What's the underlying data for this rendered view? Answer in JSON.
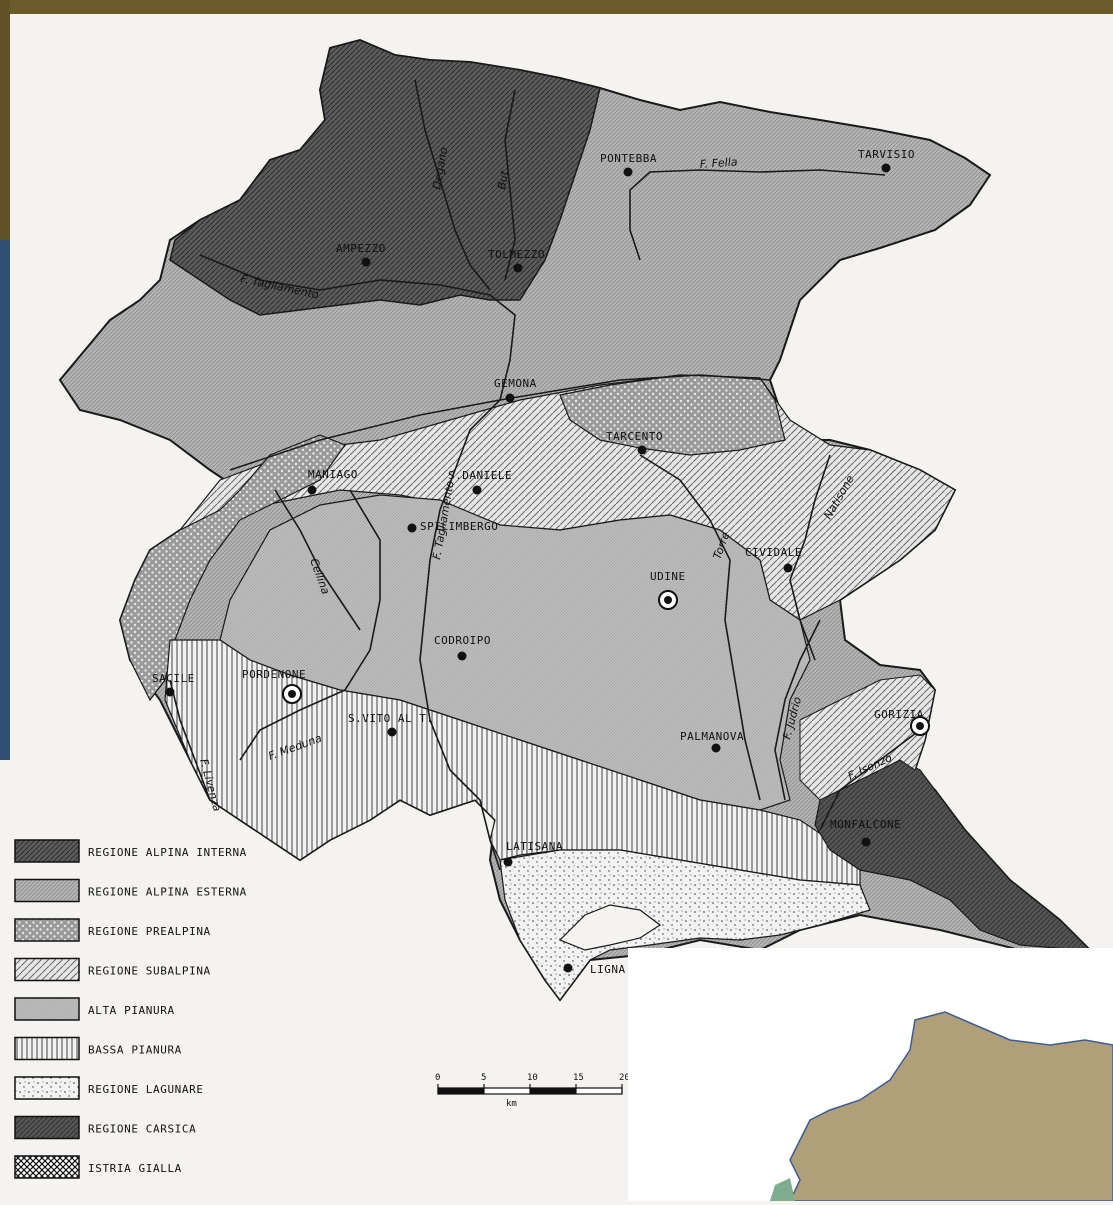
{
  "map": {
    "places": [
      {
        "id": "ampezzo",
        "label": "AMPEZZO",
        "capital": false
      },
      {
        "id": "tolmezzo",
        "label": "TOLMEZZO",
        "capital": false
      },
      {
        "id": "pontebba",
        "label": "PONTEBBA",
        "capital": false
      },
      {
        "id": "tarvisio",
        "label": "TARVISIO",
        "capital": false
      },
      {
        "id": "gemona",
        "label": "GEMONA",
        "capital": false
      },
      {
        "id": "tarcento",
        "label": "TARCENTO",
        "capital": false
      },
      {
        "id": "maniago",
        "label": "MANIAGO",
        "capital": false
      },
      {
        "id": "sdaniele",
        "label": "S.DANIELE",
        "capital": false
      },
      {
        "id": "spilimbergo",
        "label": "SPILIMBERGO",
        "capital": false
      },
      {
        "id": "cividale",
        "label": "CIVIDALE",
        "capital": false
      },
      {
        "id": "udine",
        "label": "UDINE",
        "capital": true
      },
      {
        "id": "codroipo",
        "label": "CODROIPO",
        "capital": false
      },
      {
        "id": "pordenone",
        "label": "PORDENONE",
        "capital": true
      },
      {
        "id": "sacile",
        "label": "SACILE",
        "capital": false
      },
      {
        "id": "svito",
        "label": "S.VITO AL T.",
        "capital": false
      },
      {
        "id": "palmanova",
        "label": "PALMANOVA",
        "capital": false
      },
      {
        "id": "gorizia",
        "label": "GORIZIA",
        "capital": true
      },
      {
        "id": "monfalcone",
        "label": "MONFALCONE",
        "capital": false
      },
      {
        "id": "latisana",
        "label": "LATISANA",
        "capital": false
      },
      {
        "id": "lignano",
        "label": "LIGNA",
        "capital": false
      }
    ],
    "rivers": [
      {
        "id": "tagliamento-upper",
        "label": "F. Tagliamento"
      },
      {
        "id": "tagliamento-lower",
        "label": "F. Tagliamento"
      },
      {
        "id": "fella",
        "label": "F. Fella"
      },
      {
        "id": "degano",
        "label": "Degano"
      },
      {
        "id": "but",
        "label": "But"
      },
      {
        "id": "torre",
        "label": "Torre"
      },
      {
        "id": "natisone",
        "label": "Natisone"
      },
      {
        "id": "cellina",
        "label": "Cellina"
      },
      {
        "id": "meduna",
        "label": "F. Meduna"
      },
      {
        "id": "livenza",
        "label": "F. Livenza"
      },
      {
        "id": "judrio",
        "label": "F. Judrio"
      },
      {
        "id": "isonzo",
        "label": "F. Isonzo"
      }
    ]
  },
  "legend": {
    "items": [
      {
        "id": "alpina-interna",
        "label": "REGIONE ALPINA INTERNA"
      },
      {
        "id": "alpina-esterna",
        "label": "REGIONE ALPINA ESTERNA"
      },
      {
        "id": "prealpina",
        "label": "REGIONE PREALPINA"
      },
      {
        "id": "subalpina",
        "label": "REGIONE SUBALPINA"
      },
      {
        "id": "alta-pianura",
        "label": "ALTA PIANURA"
      },
      {
        "id": "bassa-pianura",
        "label": "BASSA PIANURA"
      },
      {
        "id": "lagunare",
        "label": "REGIONE LAGUNARE"
      },
      {
        "id": "carsica",
        "label": "REGIONE CARSICA"
      },
      {
        "id": "istria-gialla",
        "label": "ISTRIA GIALLA"
      }
    ]
  },
  "scale": {
    "ticks": [
      "0",
      "5",
      "10",
      "15",
      "20"
    ],
    "unit": "km"
  },
  "colors": {
    "background_top": "#6b5a2a",
    "background_left": "#2f4f73",
    "paper": "#f4f3ef",
    "ink": "#1a1a1a",
    "inset_land": "#b0a07a",
    "inset_land_green": "#7fae8f"
  }
}
